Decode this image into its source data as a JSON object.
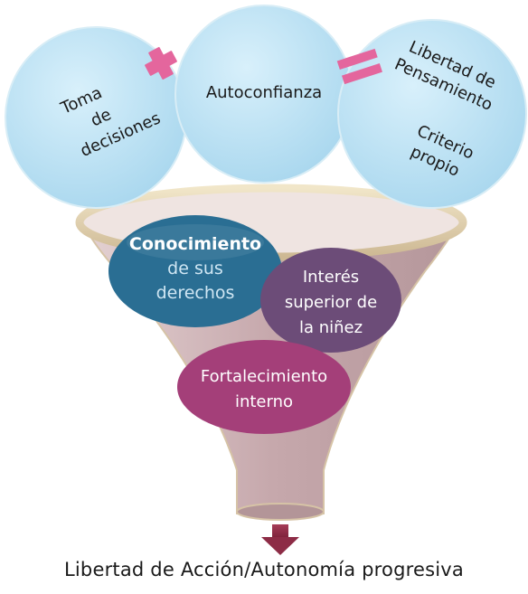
{
  "bubbles": {
    "left_lines": [
      "Toma",
      "de",
      "decisiones"
    ],
    "center": "Autoconfianza",
    "right_top_lines": [
      "Libertad de",
      "Pensamiento"
    ],
    "right_bottom_lines": [
      "Criterio",
      "propio"
    ]
  },
  "operators": {
    "plus": "+",
    "equals": "="
  },
  "funnel_items": {
    "conocimiento_lines": [
      "Conocimiento",
      "de sus",
      "derechos"
    ],
    "interes_lines": [
      "Interés",
      "superior de",
      "la niñez"
    ],
    "fortalecimiento_lines": [
      "Fortalecimiento",
      "interno"
    ]
  },
  "caption": "Libertad de Acción/Autonomía progresiva",
  "colors": {
    "bubble_fill": "#bfe3f4",
    "operator": "#e4669d",
    "funnel_fill": "#c9adb1",
    "funnel_rim": "#dcc9a6",
    "ellipse_blue": "#2a6e93",
    "ellipse_purple": "#6c4c78",
    "ellipse_magenta": "#a43f79",
    "arrow": "#8d2c46"
  }
}
